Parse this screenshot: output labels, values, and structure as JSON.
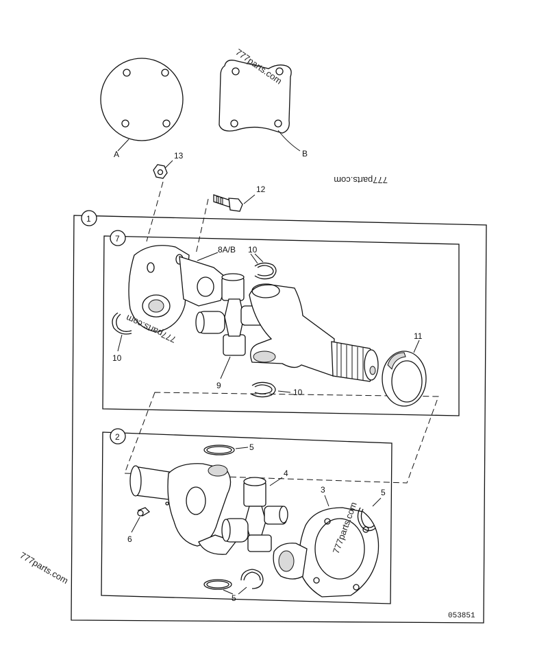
{
  "callouts": {
    "A": "A",
    "B": "B",
    "n13": "13",
    "n12": "12",
    "n1": "1",
    "n7": "7",
    "n8ab": "8A/B",
    "n10a": "10",
    "n10b": "10",
    "n10c": "10",
    "n11": "11",
    "n9": "9",
    "n2": "2",
    "n5a": "5",
    "n5b": "5",
    "n5c": "5",
    "n4": "4",
    "n3": "3",
    "n6": "6"
  },
  "watermarks": {
    "w1": "777parts.com",
    "w2": "777parts.com",
    "w3": "777parts.com",
    "w4": "777parts.com",
    "w5": "777parts.com"
  },
  "drawing_number": "053851"
}
